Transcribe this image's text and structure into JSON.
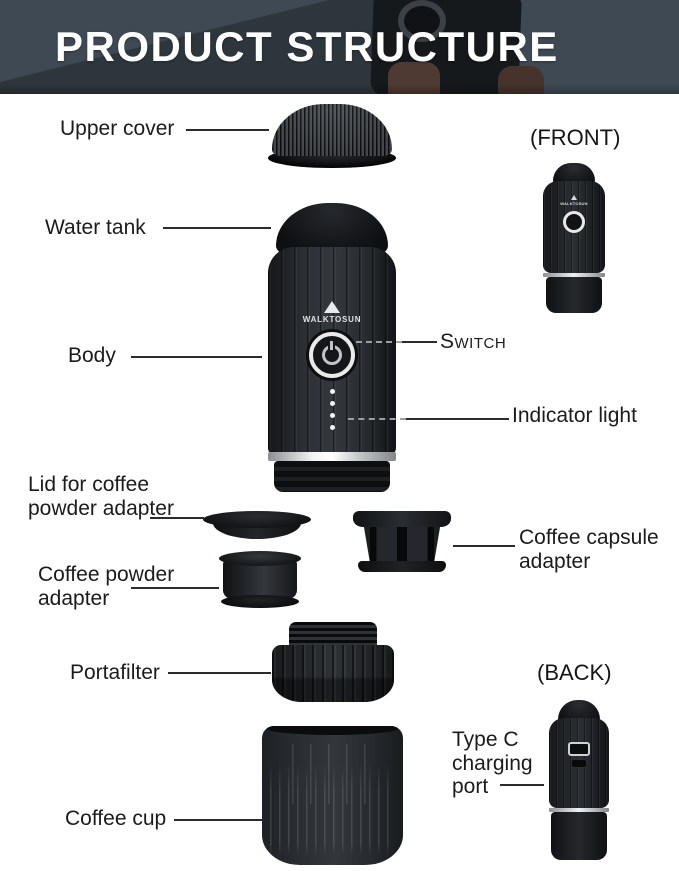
{
  "header": {
    "title": "PRODUCT STRUCTURE"
  },
  "views": {
    "front": "(FRONT)",
    "back": "(BACK)"
  },
  "labels": {
    "upper_cover": "Upper cover",
    "water_tank": "Water tank",
    "body": "Body",
    "switch": "Switch",
    "indicator_light": "Indicator light",
    "lid_for_coffee_powder_adapter": "Lid for coffee powder adapter",
    "coffee_capsule_adapter": "Coffee capsule adapter",
    "coffee_powder_adapter": "Coffee powder adapter",
    "portafilter": "Portafilter",
    "coffee_cup": "Coffee cup",
    "type_c_charging_port": "Type C charging port"
  },
  "device": {
    "brand": "WALKTOSUN",
    "indicator_dot_count": 4
  },
  "colors": {
    "header_bg": "#3e4954",
    "title_text": "#ffffff",
    "label_text": "#1b1b1b",
    "device_body": "#25282b",
    "silver_band": "#d9dadb",
    "line": "#2b2b2b"
  }
}
